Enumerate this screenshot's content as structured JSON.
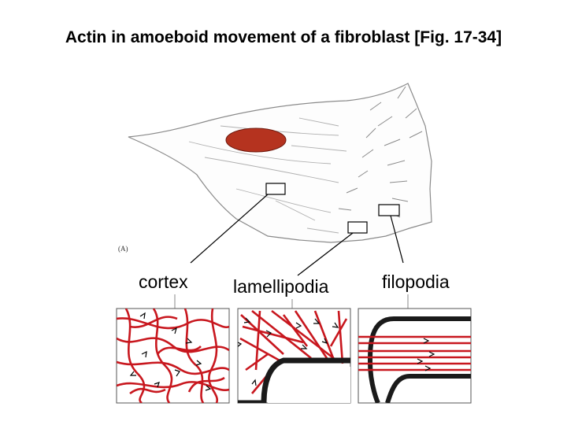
{
  "slide": {
    "title": "Actin in amoeboid movement of a fibroblast [Fig. 17-34]"
  },
  "figure": {
    "panel_tag": "(A)",
    "insets": [
      {
        "label": "cortex"
      },
      {
        "label": "lamellipodia"
      },
      {
        "label": "filopodia"
      }
    ],
    "colors": {
      "actin": "#c8171e",
      "nucleus": "#b5331f",
      "membrane": "#1a1a1a",
      "cell_outline": "#8a8a8a"
    }
  }
}
